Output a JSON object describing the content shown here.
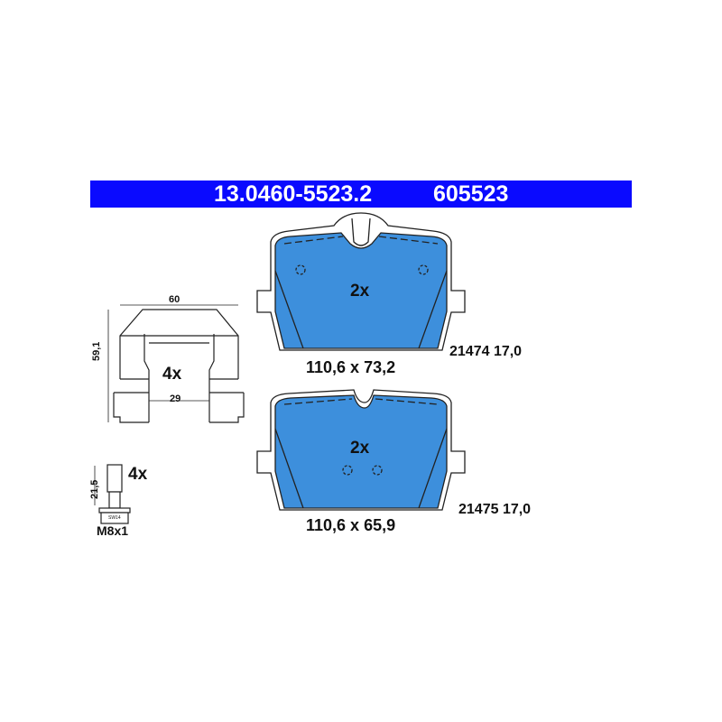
{
  "header": {
    "part_number": "13.0460-5523.2",
    "ref_number": "605523"
  },
  "colors": {
    "banner": "#0a0aff",
    "pad_friction": "#3d8fdc"
  },
  "pads": [
    {
      "quantity": "2x",
      "dimensions": "110,6 x 73,2",
      "code": "21474 17,0"
    },
    {
      "quantity": "2x",
      "dimensions": "110,6 x 65,9",
      "code": "21475 17,0"
    }
  ],
  "clip": {
    "quantity": "4x",
    "width": "60",
    "height": "59,1",
    "inner_width": "29"
  },
  "bolt": {
    "quantity": "4x",
    "length": "21,5",
    "thread": "M8x1",
    "wrench_size": "SW14"
  }
}
